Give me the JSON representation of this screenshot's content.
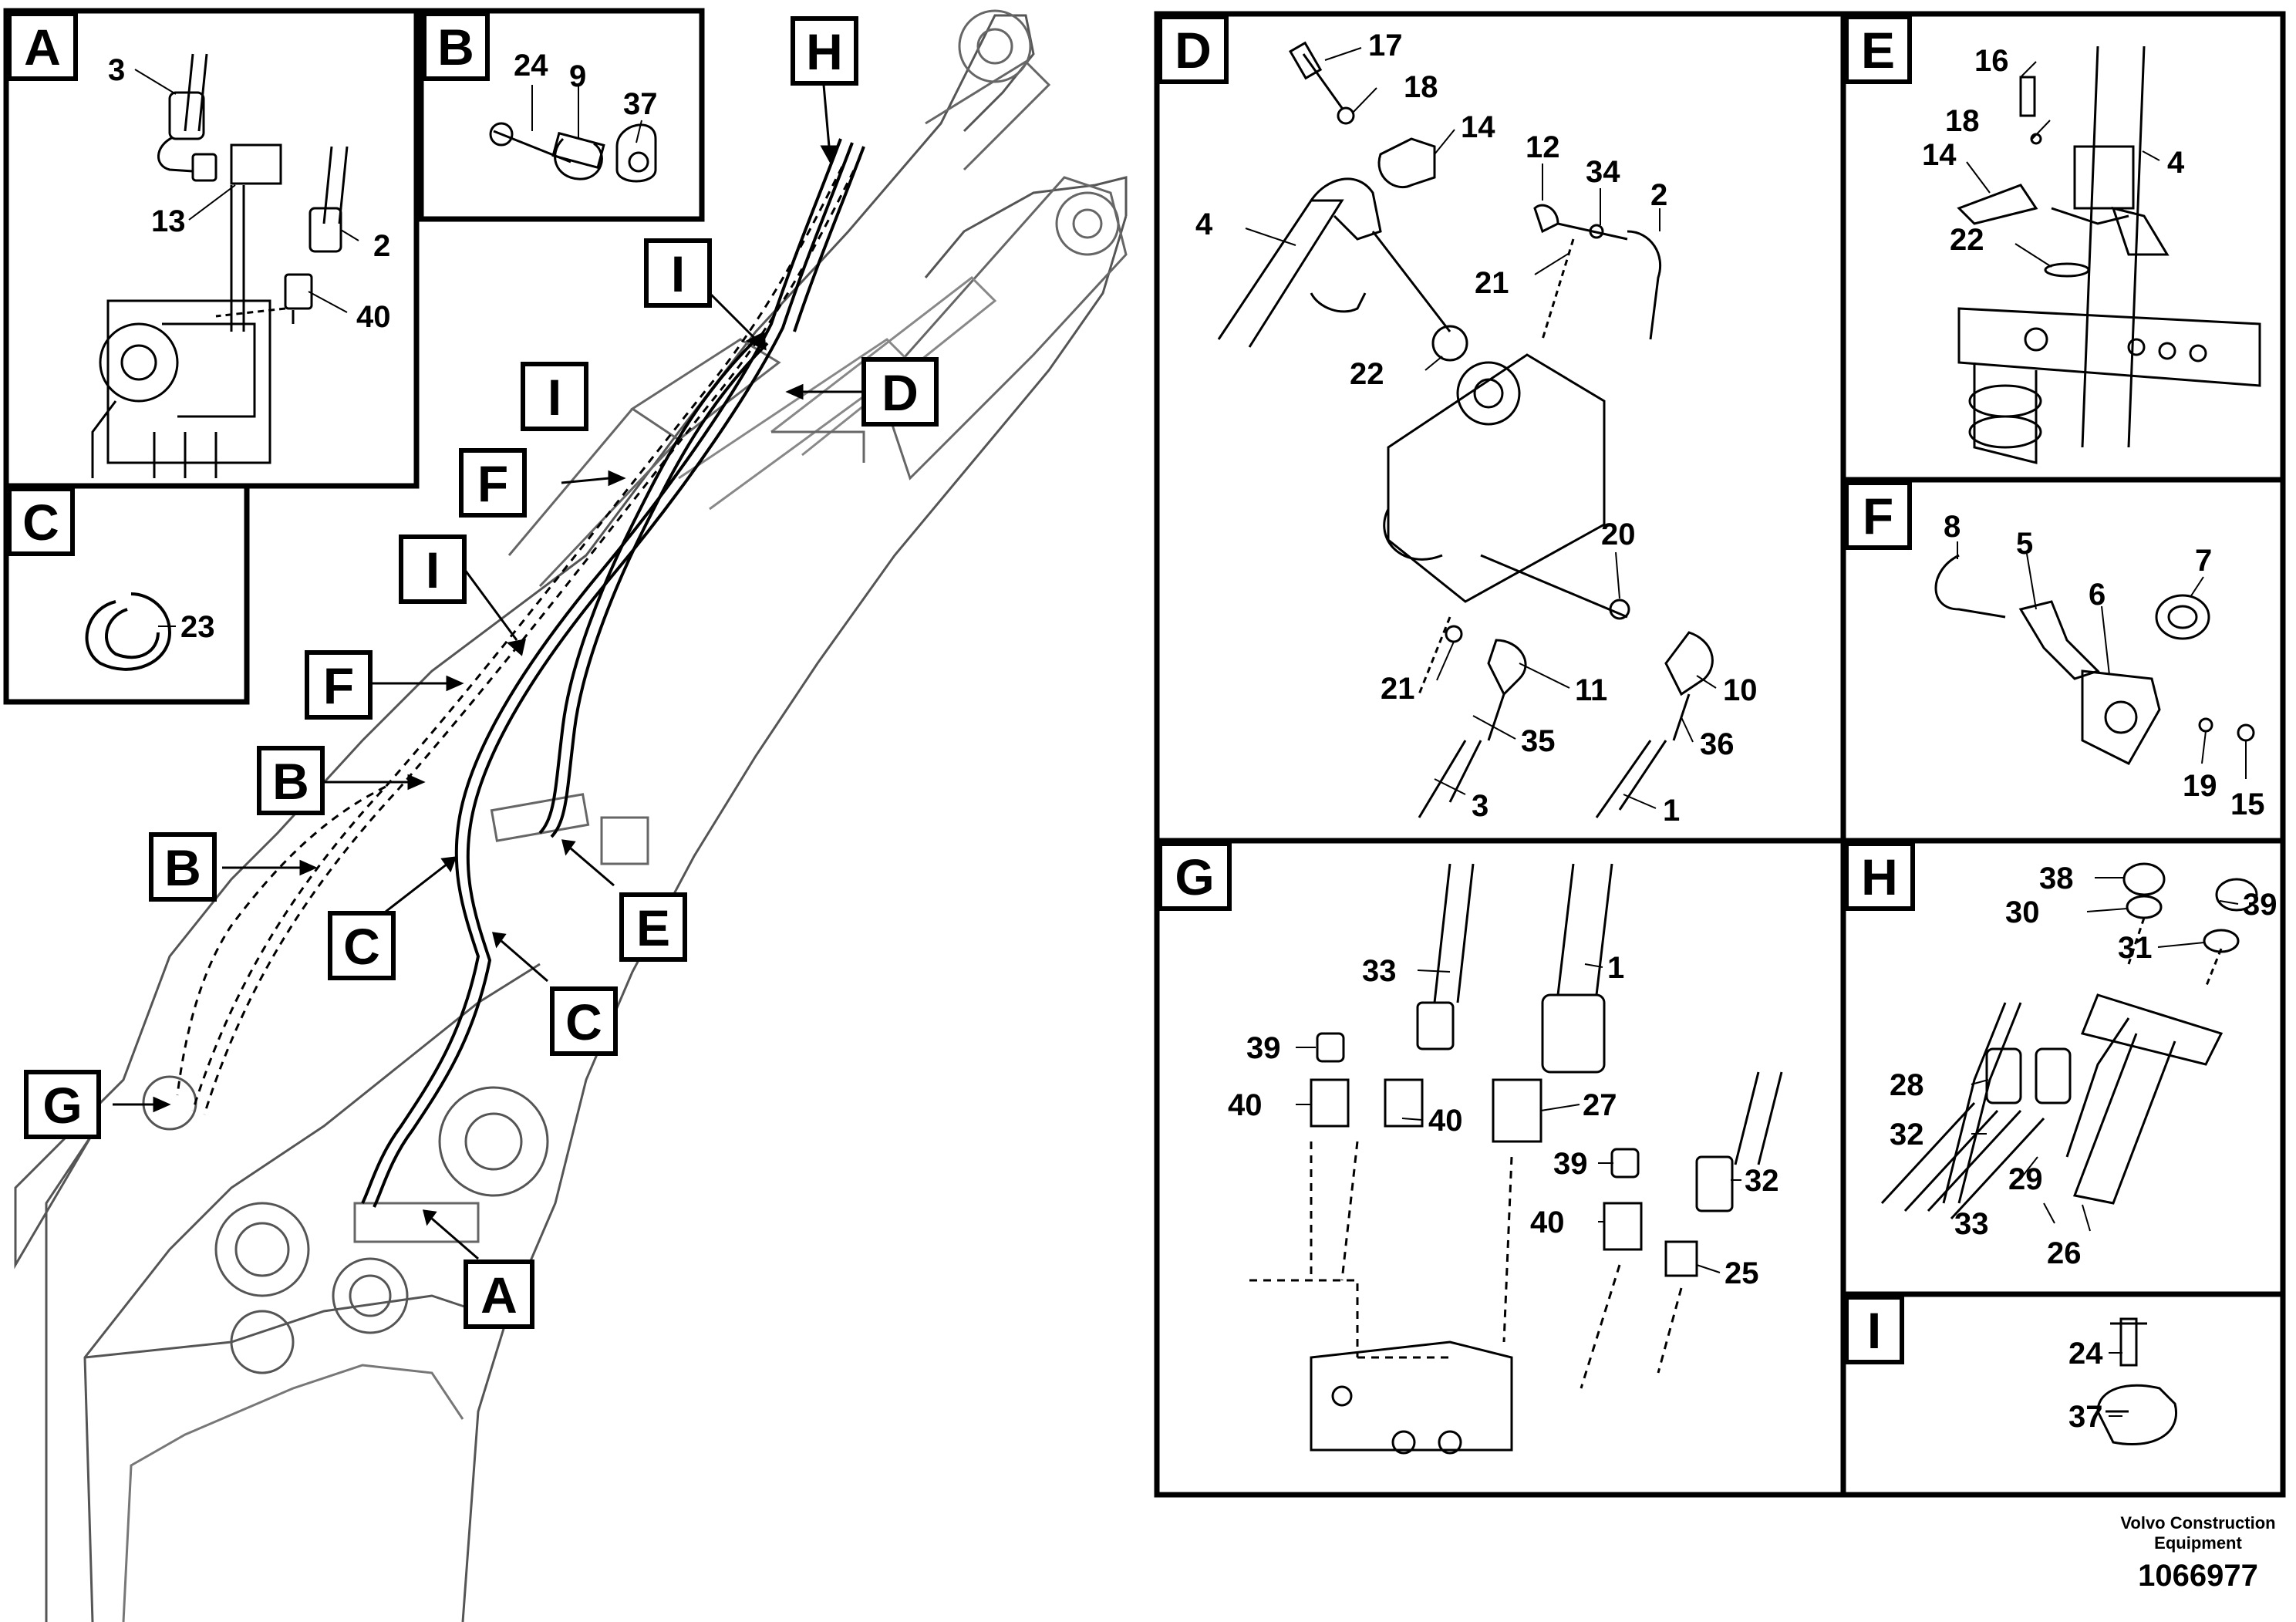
{
  "overview": {
    "callouts": [
      "H",
      "I",
      "I",
      "D",
      "F",
      "I",
      "F",
      "B",
      "B",
      "E",
      "C",
      "C",
      "G",
      "A"
    ]
  },
  "panels": {
    "A": {
      "key": "A",
      "parts": [
        "3",
        "13",
        "2",
        "40"
      ]
    },
    "B": {
      "key": "B",
      "parts": [
        "24",
        "9",
        "37"
      ]
    },
    "C": {
      "key": "C",
      "parts": [
        "23"
      ]
    },
    "D": {
      "key": "D",
      "parts": [
        "17",
        "18",
        "14",
        "12",
        "34",
        "2",
        "4",
        "21",
        "22",
        "20",
        "21",
        "11",
        "10",
        "35",
        "36",
        "3",
        "1"
      ]
    },
    "E": {
      "key": "E",
      "parts": [
        "16",
        "18",
        "4",
        "14",
        "22"
      ]
    },
    "F": {
      "key": "F",
      "parts": [
        "8",
        "5",
        "7",
        "6",
        "19",
        "15"
      ]
    },
    "G": {
      "key": "G",
      "parts": [
        "33",
        "1",
        "39",
        "40",
        "40",
        "27",
        "39",
        "32",
        "40",
        "25"
      ]
    },
    "H": {
      "key": "H",
      "parts": [
        "38",
        "30",
        "39",
        "31",
        "28",
        "32",
        "29",
        "33",
        "26"
      ]
    },
    "I": {
      "key": "I",
      "parts": [
        "24",
        "37"
      ]
    }
  },
  "footer": {
    "company_line1": "Volvo Construction",
    "company_line2": "Equipment",
    "drawing_number": "1066977"
  }
}
